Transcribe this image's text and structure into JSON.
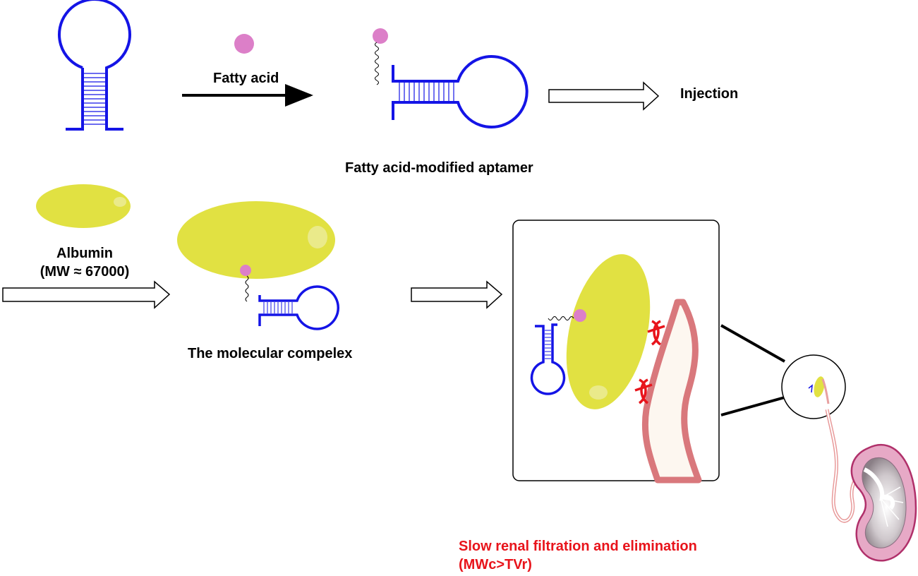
{
  "labels": {
    "fatty_acid": "Fatty acid",
    "injection": "Injection",
    "modified_aptamer": "Fatty acid-modified aptamer",
    "albumin": "Albumin",
    "albumin_mw": "(MW ≈ 67000)",
    "complex": "The molecular compelex",
    "renal_line1": "Slow renal filtration and elimination",
    "renal_line2": "(MWc>TVr)"
  },
  "colors": {
    "aptamer": "#1414e6",
    "fatty_acid": "#dc7fc8",
    "albumin": "#e1e142",
    "label_red": "#e8141b",
    "vessel": "#d9787c",
    "kidney": "#b0306a"
  }
}
